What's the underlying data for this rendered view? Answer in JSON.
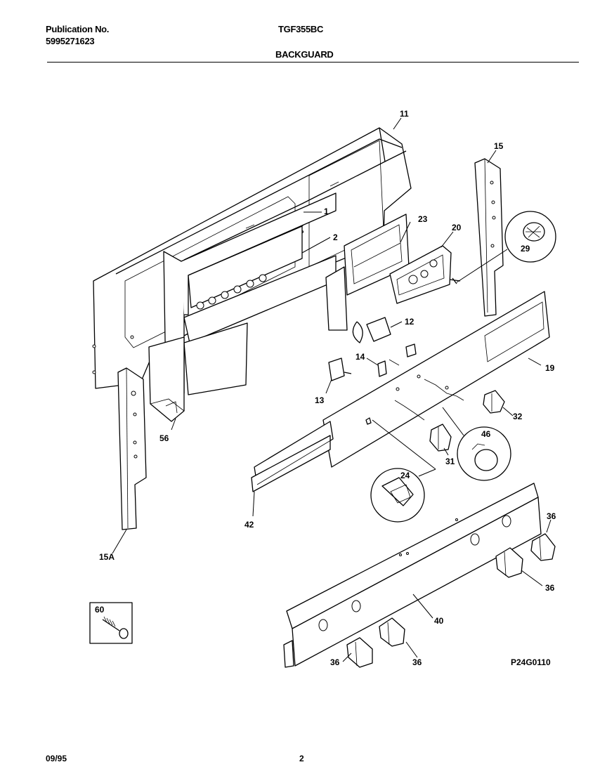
{
  "header": {
    "publication_label": "Publication No.",
    "publication_number": "5995271623",
    "model": "TGF355BC",
    "section": "BACKGUARD"
  },
  "footer": {
    "date": "09/95",
    "page": "2"
  },
  "diagram_code": "P24G0110",
  "part_labels": {
    "p1": "1",
    "p2": "2",
    "p11": "11",
    "p12": "12",
    "p13": "13",
    "p14": "14",
    "p15": "15",
    "p15a": "15A",
    "p19": "19",
    "p20": "20",
    "p23": "23",
    "p24": "24",
    "p29": "29",
    "p31": "31",
    "p32": "32",
    "p36a": "36",
    "p36b": "36",
    "p36c": "36",
    "p36d": "36",
    "p40": "40",
    "p42": "42",
    "p46": "46",
    "p56": "56",
    "p60": "60"
  }
}
